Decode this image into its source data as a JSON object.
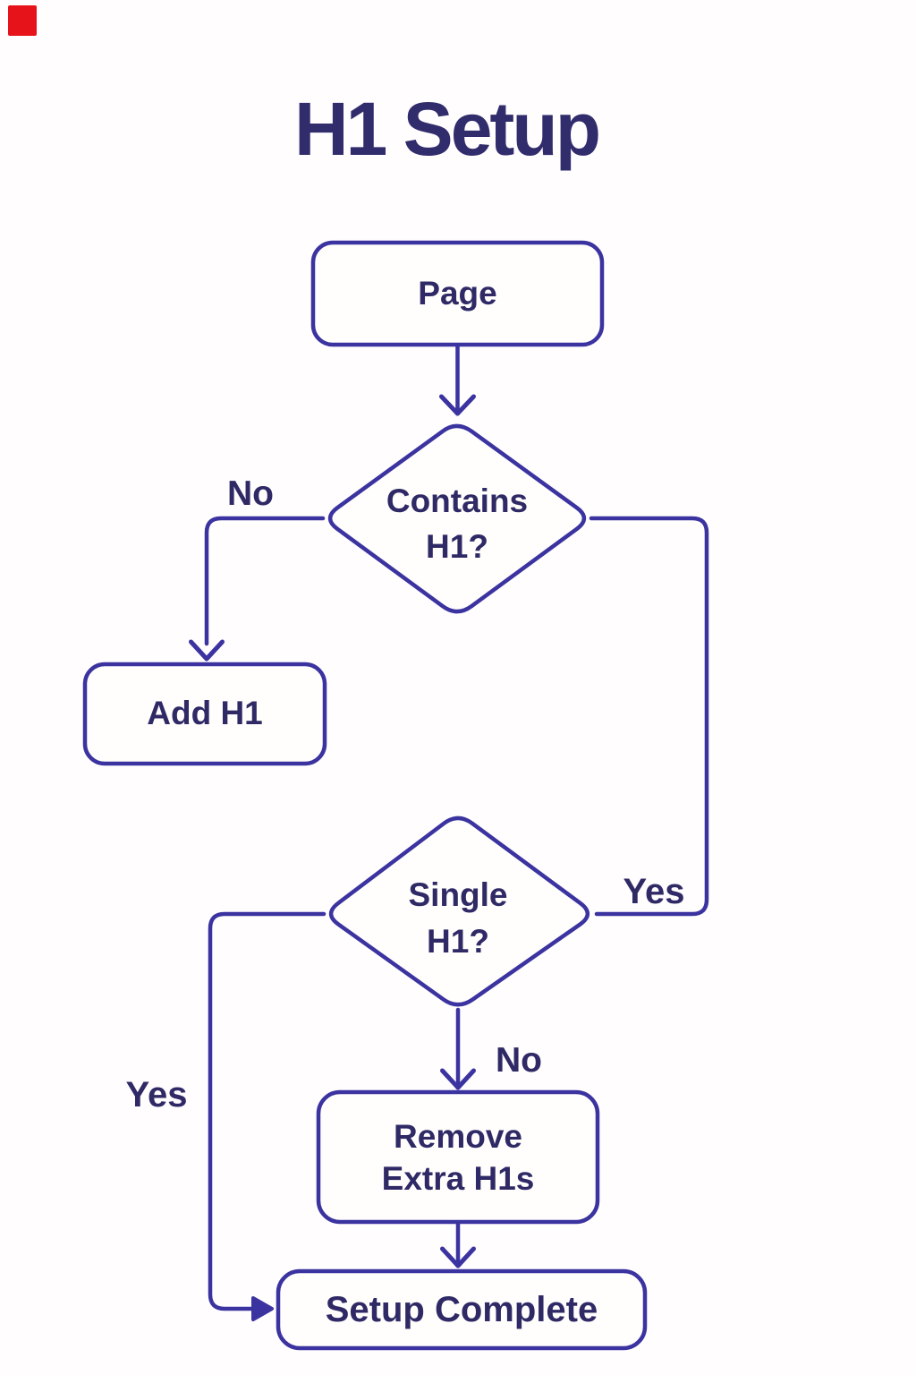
{
  "title": "H1 Setup",
  "colors": {
    "background": "#fffdfe",
    "stroke": "#3b33a0",
    "text": "#2f2a66",
    "marker_red": "#e7131a"
  },
  "nodes": {
    "page": {
      "label": "Page"
    },
    "contains_h1": {
      "line1": "Contains",
      "line2": "H1?"
    },
    "add_h1": {
      "label": "Add H1"
    },
    "single_h1": {
      "line1": "Single",
      "line2": "H1?"
    },
    "remove_extra_h1s": {
      "line1": "Remove",
      "line2": "Extra H1s"
    },
    "setup_complete": {
      "label": "Setup Complete"
    }
  },
  "edge_labels": {
    "contains_no": "No",
    "contains_yes": "Yes",
    "single_no": "No",
    "single_yes": "Yes"
  }
}
